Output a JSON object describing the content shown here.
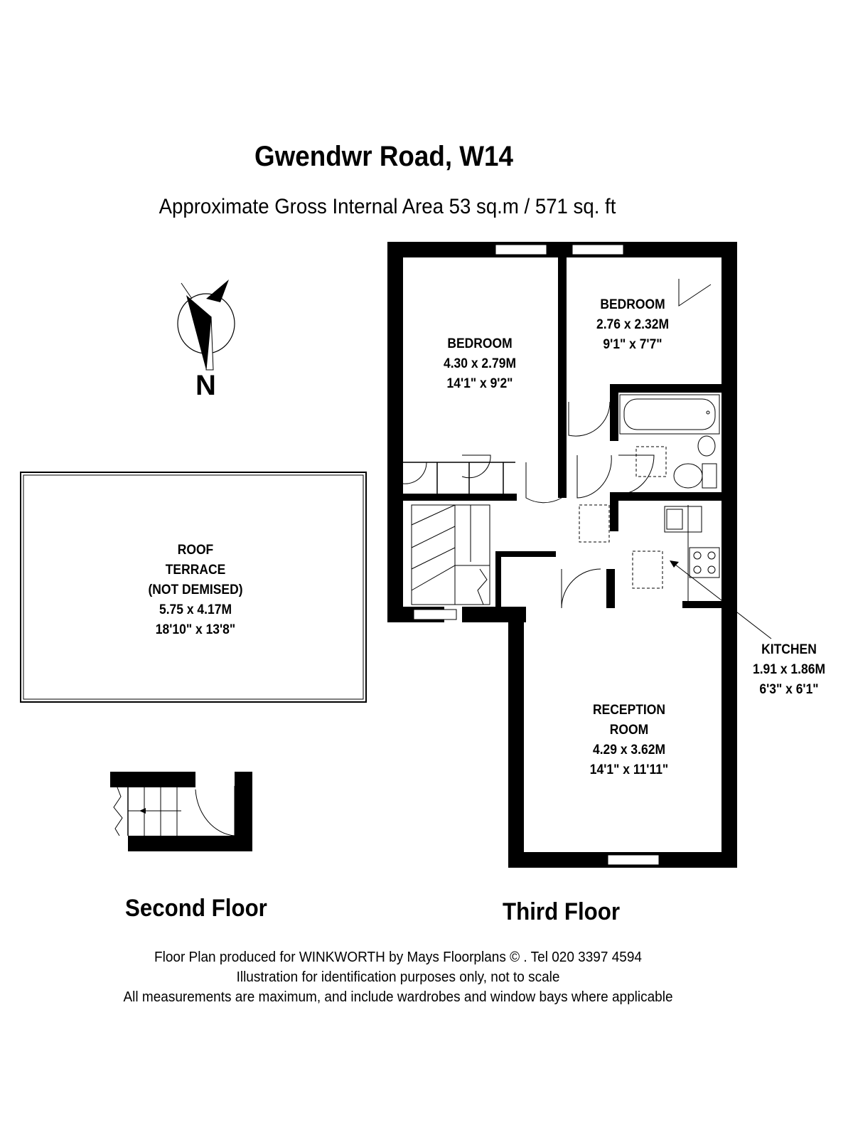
{
  "property": {
    "title": "Gwendwr Road, W14",
    "area_line": "Approximate Gross Internal Area 53 sq.m  /  571 sq. ft"
  },
  "compass": {
    "label": "N"
  },
  "rooms": {
    "bedroom1": {
      "name": "BEDROOM",
      "metric": "4.30 x 2.79M",
      "imperial": "14'1\" x 9'2\""
    },
    "bedroom2": {
      "name": "BEDROOM",
      "metric": "2.76 x 2.32M",
      "imperial": "9'1\" x 7'7\""
    },
    "kitchen": {
      "name": "KITCHEN",
      "metric": "1.91 x 1.86M",
      "imperial": "6'3\" x 6'1\""
    },
    "reception": {
      "name_line1": "RECEPTION",
      "name_line2": "ROOM",
      "metric": "4.29 x 3.62M",
      "imperial": "14'1\" x 11'11\""
    },
    "roof_terrace": {
      "line1": "ROOF",
      "line2": "TERRACE",
      "line3": "(NOT DEMISED)",
      "metric": "5.75 x 4.17M",
      "imperial": "18'10\" x 13'8\""
    }
  },
  "floors": {
    "second": "Second Floor",
    "third": "Third Floor"
  },
  "footer": {
    "line1": "Floor Plan produced for WINKWORTH by Mays Floorplans  © . Tel 020 3397 4594",
    "line2": "Illustration for identification purposes only, not to scale",
    "line3": "All measurements are maximum, and include wardrobes and window bays where applicable"
  }
}
